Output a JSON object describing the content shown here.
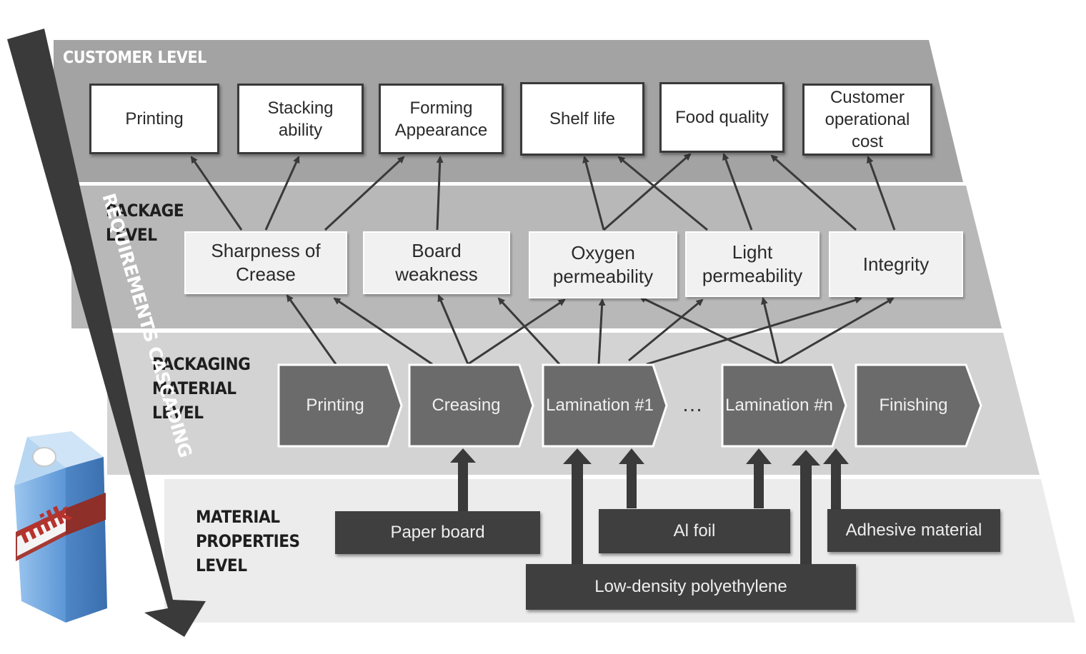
{
  "levels": {
    "customer": "CUSTOMER LEVEL",
    "package": [
      "PACKAGE",
      "LEVEL"
    ],
    "packaging_material": [
      "PACKAGING",
      "MATERIAL",
      "LEVEL"
    ],
    "material_properties": [
      "MATERIAL",
      "PROPERTIES",
      "LEVEL"
    ]
  },
  "side_arrow_label": "REQUIREMENTS CASCADING",
  "carton_label": "milk",
  "customer_items": [
    [
      "Printing"
    ],
    [
      "Stacking",
      "ability"
    ],
    [
      "Forming",
      "Appearance"
    ],
    [
      "Shelf life"
    ],
    [
      "Food quality"
    ],
    [
      "Customer",
      "operational",
      "cost"
    ]
  ],
  "package_items": [
    [
      "Sharpness of",
      "Crease"
    ],
    [
      "Board",
      "weakness"
    ],
    [
      "Oxygen",
      "permeability"
    ],
    [
      "Light",
      "permeability"
    ],
    [
      "Integrity"
    ]
  ],
  "process_steps": [
    "Printing",
    "Creasing",
    "Lamination #1",
    "…",
    "Lamination #n",
    "Finishing"
  ],
  "process_ellipsis": "…",
  "materials": [
    "Paper board",
    "Al foil",
    "Adhesive material",
    "Low-density polyethylene"
  ],
  "colors": {
    "customer_band": "#a3a3a3",
    "package_band": "#b8b8b8",
    "packaging_band": "#d3d3d3",
    "material_band": "#ececec",
    "process_fill": "#6b6b6b",
    "material_fill": "#3f3f3f",
    "cascade_arrow": "#3a3a3a"
  }
}
